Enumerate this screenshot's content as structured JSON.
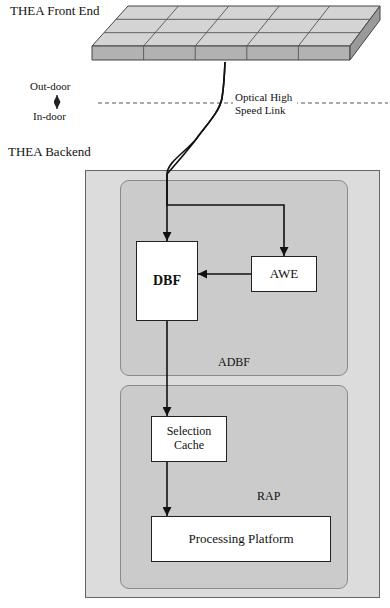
{
  "diagram": {
    "nodes": [
      {
        "text": [
          "THEA Front End"
        ]
      },
      {
        "text": [
          "THEA Backend"
        ]
      },
      {
        "text": [
          "ADBF"
        ],
        "in": 1
      },
      {
        "text": [
          "DBF"
        ],
        "in": 2
      },
      {
        "text": [
          "AWE"
        ],
        "in": 2
      },
      {
        "text": [
          "RAP"
        ],
        "in": 1
      },
      {
        "text": [
          "Selection Cache"
        ],
        "in": 5
      },
      {
        "text": [
          "Processing Platform"
        ],
        "in": 5
      }
    ],
    "edges": [
      {
        "from": 0,
        "to": 3,
        "arrow": "to",
        "label": "Optical High Speed Link"
      },
      {
        "from": 0,
        "to": 4,
        "arrow": "to"
      },
      {
        "from": 4,
        "to": 3,
        "arrow": "to"
      },
      {
        "from": 3,
        "to": 6,
        "arrow": "to"
      },
      {
        "from": 6,
        "to": 7,
        "arrow": "to"
      }
    ],
    "labels": [
      "Out-door",
      "In-door"
    ]
  }
}
